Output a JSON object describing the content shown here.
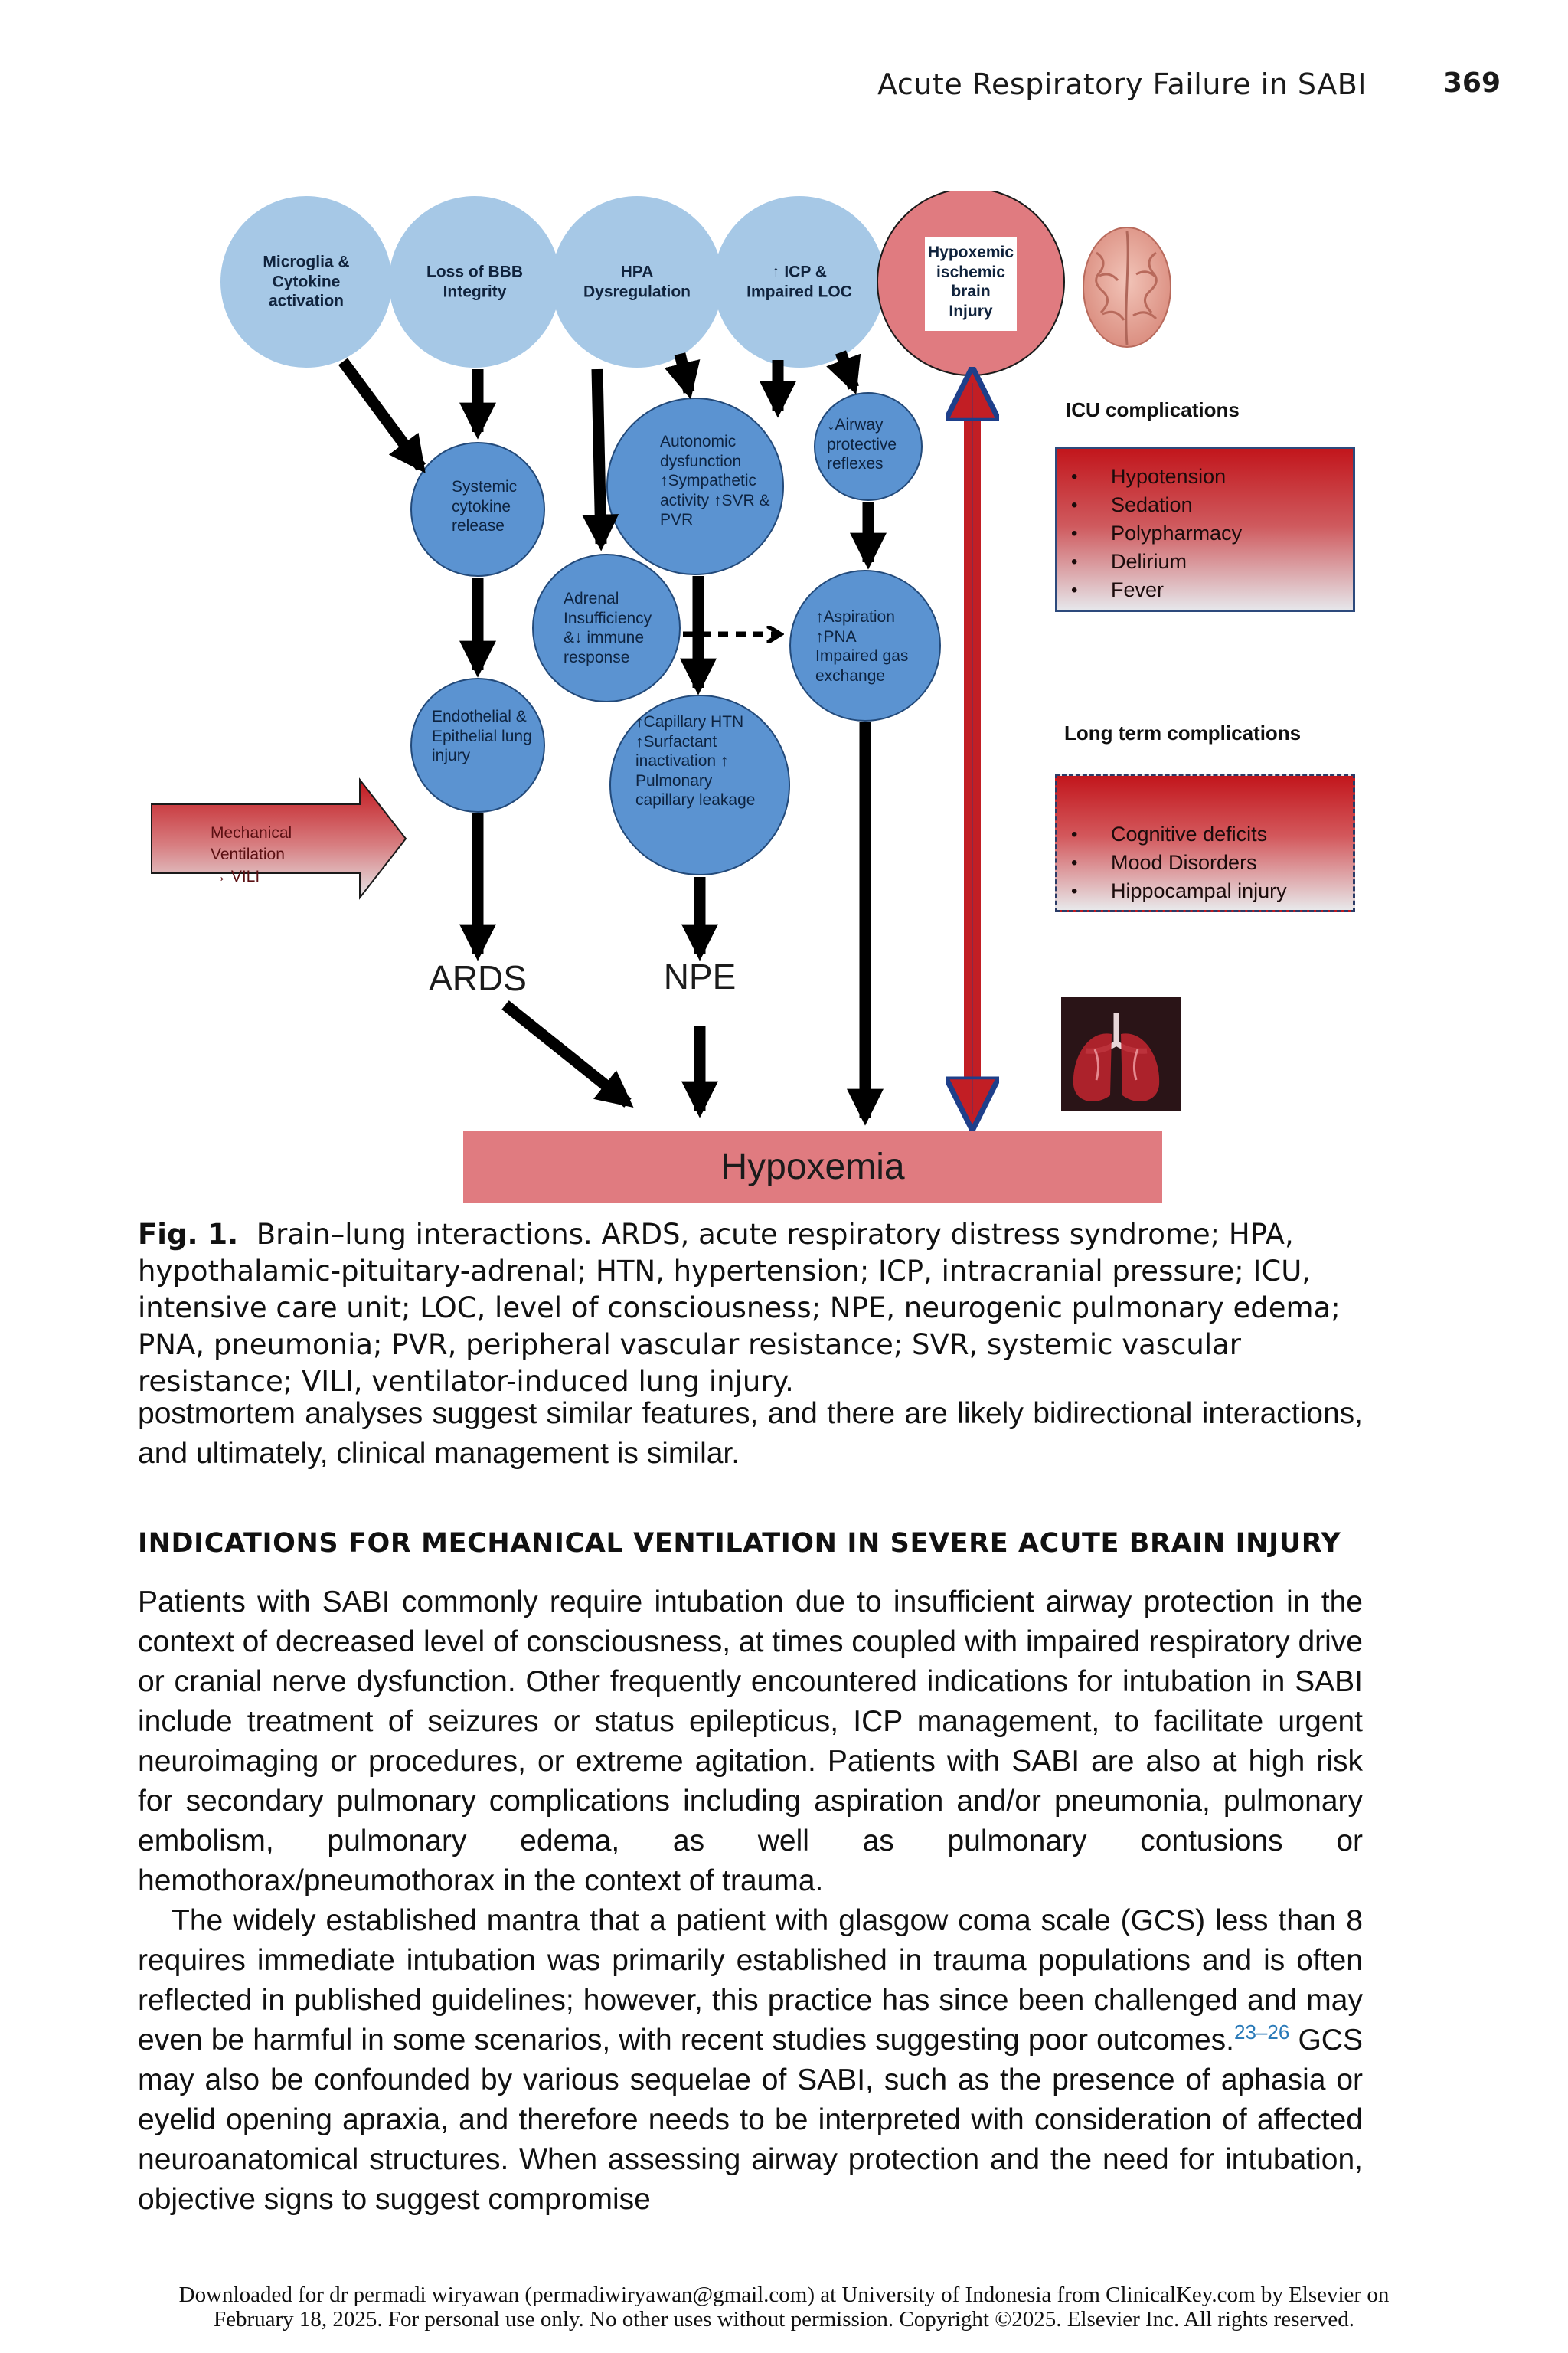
{
  "header": {
    "running_title": "Acute Respiratory Failure in SABI",
    "page_number": "369"
  },
  "figure": {
    "top_nodes": [
      {
        "lines": [
          "Microglia &",
          "Cytokine",
          "activation"
        ]
      },
      {
        "lines": [
          "Loss of BBB",
          "Integrity"
        ]
      },
      {
        "lines": [
          "HPA",
          "Dysregulation"
        ]
      },
      {
        "lines": [
          "↑ ICP &",
          "Impaired LOC"
        ]
      },
      {
        "lines": [
          "Hypoxemic",
          "ischemic",
          "brain",
          "Injury"
        ]
      }
    ],
    "nodes": {
      "systemic_cytokine": "Systemic cytokine release",
      "autonomic": "Autonomic dysfunction ↑Sympathetic activity ↑SVR & PVR",
      "airway": "↓Airway protective reflexes",
      "adrenal": "Adrenal Insufficiency &↓ immune response",
      "aspiration": "↑Aspiration ↑PNA Impaired gas exchange",
      "endothelial": "Endothelial & Epithelial lung injury",
      "capillary": "↑Capillary HTN ↑Surfactant inactivation ↑ Pulmonary capillary leakage"
    },
    "mechanical_ventilation": [
      "Mechanical",
      "Ventilation",
      "→ VILI"
    ],
    "outcomes": {
      "ards": "ARDS",
      "npe": "NPE"
    },
    "hypoxemia": "Hypoxemia",
    "icu_title": "ICU complications",
    "icu_items": [
      "Hypotension",
      "Sedation",
      "Polypharmacy",
      "Delirium",
      "Fever"
    ],
    "long_term_title": "Long term complications",
    "long_term_items": [
      "Cognitive deficits",
      "Mood Disorders",
      "Hippocampal injury"
    ],
    "colors": {
      "top_node": "#a6c8e6",
      "flow_node": "#5b93d1",
      "hypoxemia": "#e07b80",
      "red_arrow": "#c21e24",
      "arrow": "#000000"
    },
    "icons": [
      "brain-icon",
      "lungs-icon"
    ]
  },
  "caption": {
    "label": "Fig. 1.",
    "text": "Brain–lung interactions. ARDS, acute respiratory distress syndrome; HPA, hypothalamic-pituitary-adrenal; HTN, hypertension; ICP, intracranial pressure; ICU, intensive care unit; LOC, level of consciousness; NPE, neurogenic pulmonary edema; PNA, pneumonia; PVR, peripheral vascular resistance; SVR, systemic vascular resistance; VILI, ventilator-induced lung injury."
  },
  "body": {
    "para_continued": "postmortem analyses suggest similar features, and there are likely bidirectional interactions, and ultimately, clinical management is similar.",
    "section_heading": "INDICATIONS FOR MECHANICAL VENTILATION IN SEVERE ACUTE BRAIN INJURY",
    "para1": "Patients with SABI commonly require intubation due to insufficient airway protection in the context of decreased level of consciousness, at times coupled with impaired respiratory drive or cranial nerve dysfunction. Other frequently encountered indications for intubation in SABI include treatment of seizures or status epilepticus, ICP management, to facilitate urgent neuroimaging or procedures, or extreme agitation. Patients with SABI are also at high risk for secondary pulmonary complications including aspiration and/or pneumonia, pulmonary embolism, pulmonary edema, as well as pulmonary contusions or hemothorax/pneumothorax in the context of trauma.",
    "para2_part1": "The widely established mantra that a patient with glasgow coma scale (GCS) less than 8 requires immediate intubation was primarily established in trauma populations and is often reflected in published guidelines; however, this practice has since been challenged and may even be harmful in some scenarios, with recent studies suggesting poor outcomes.",
    "para2_citation": "23–26",
    "para2_part2": " GCS may also be confounded by various sequelae of SABI, such as the presence of aphasia or eyelid opening apraxia, and therefore needs to be interpreted with consideration of affected neuroanatomical structures. When assessing airway protection and the need for intubation, objective signs to suggest compromise"
  },
  "footer": {
    "line1": "Downloaded for dr permadi wiryawan (permadiwiryawan@gmail.com) at University of Indonesia from ClinicalKey.com by Elsevier on",
    "line2": "February 18, 2025. For personal use only. No other uses without permission. Copyright ©2025. Elsevier Inc. All rights reserved."
  }
}
